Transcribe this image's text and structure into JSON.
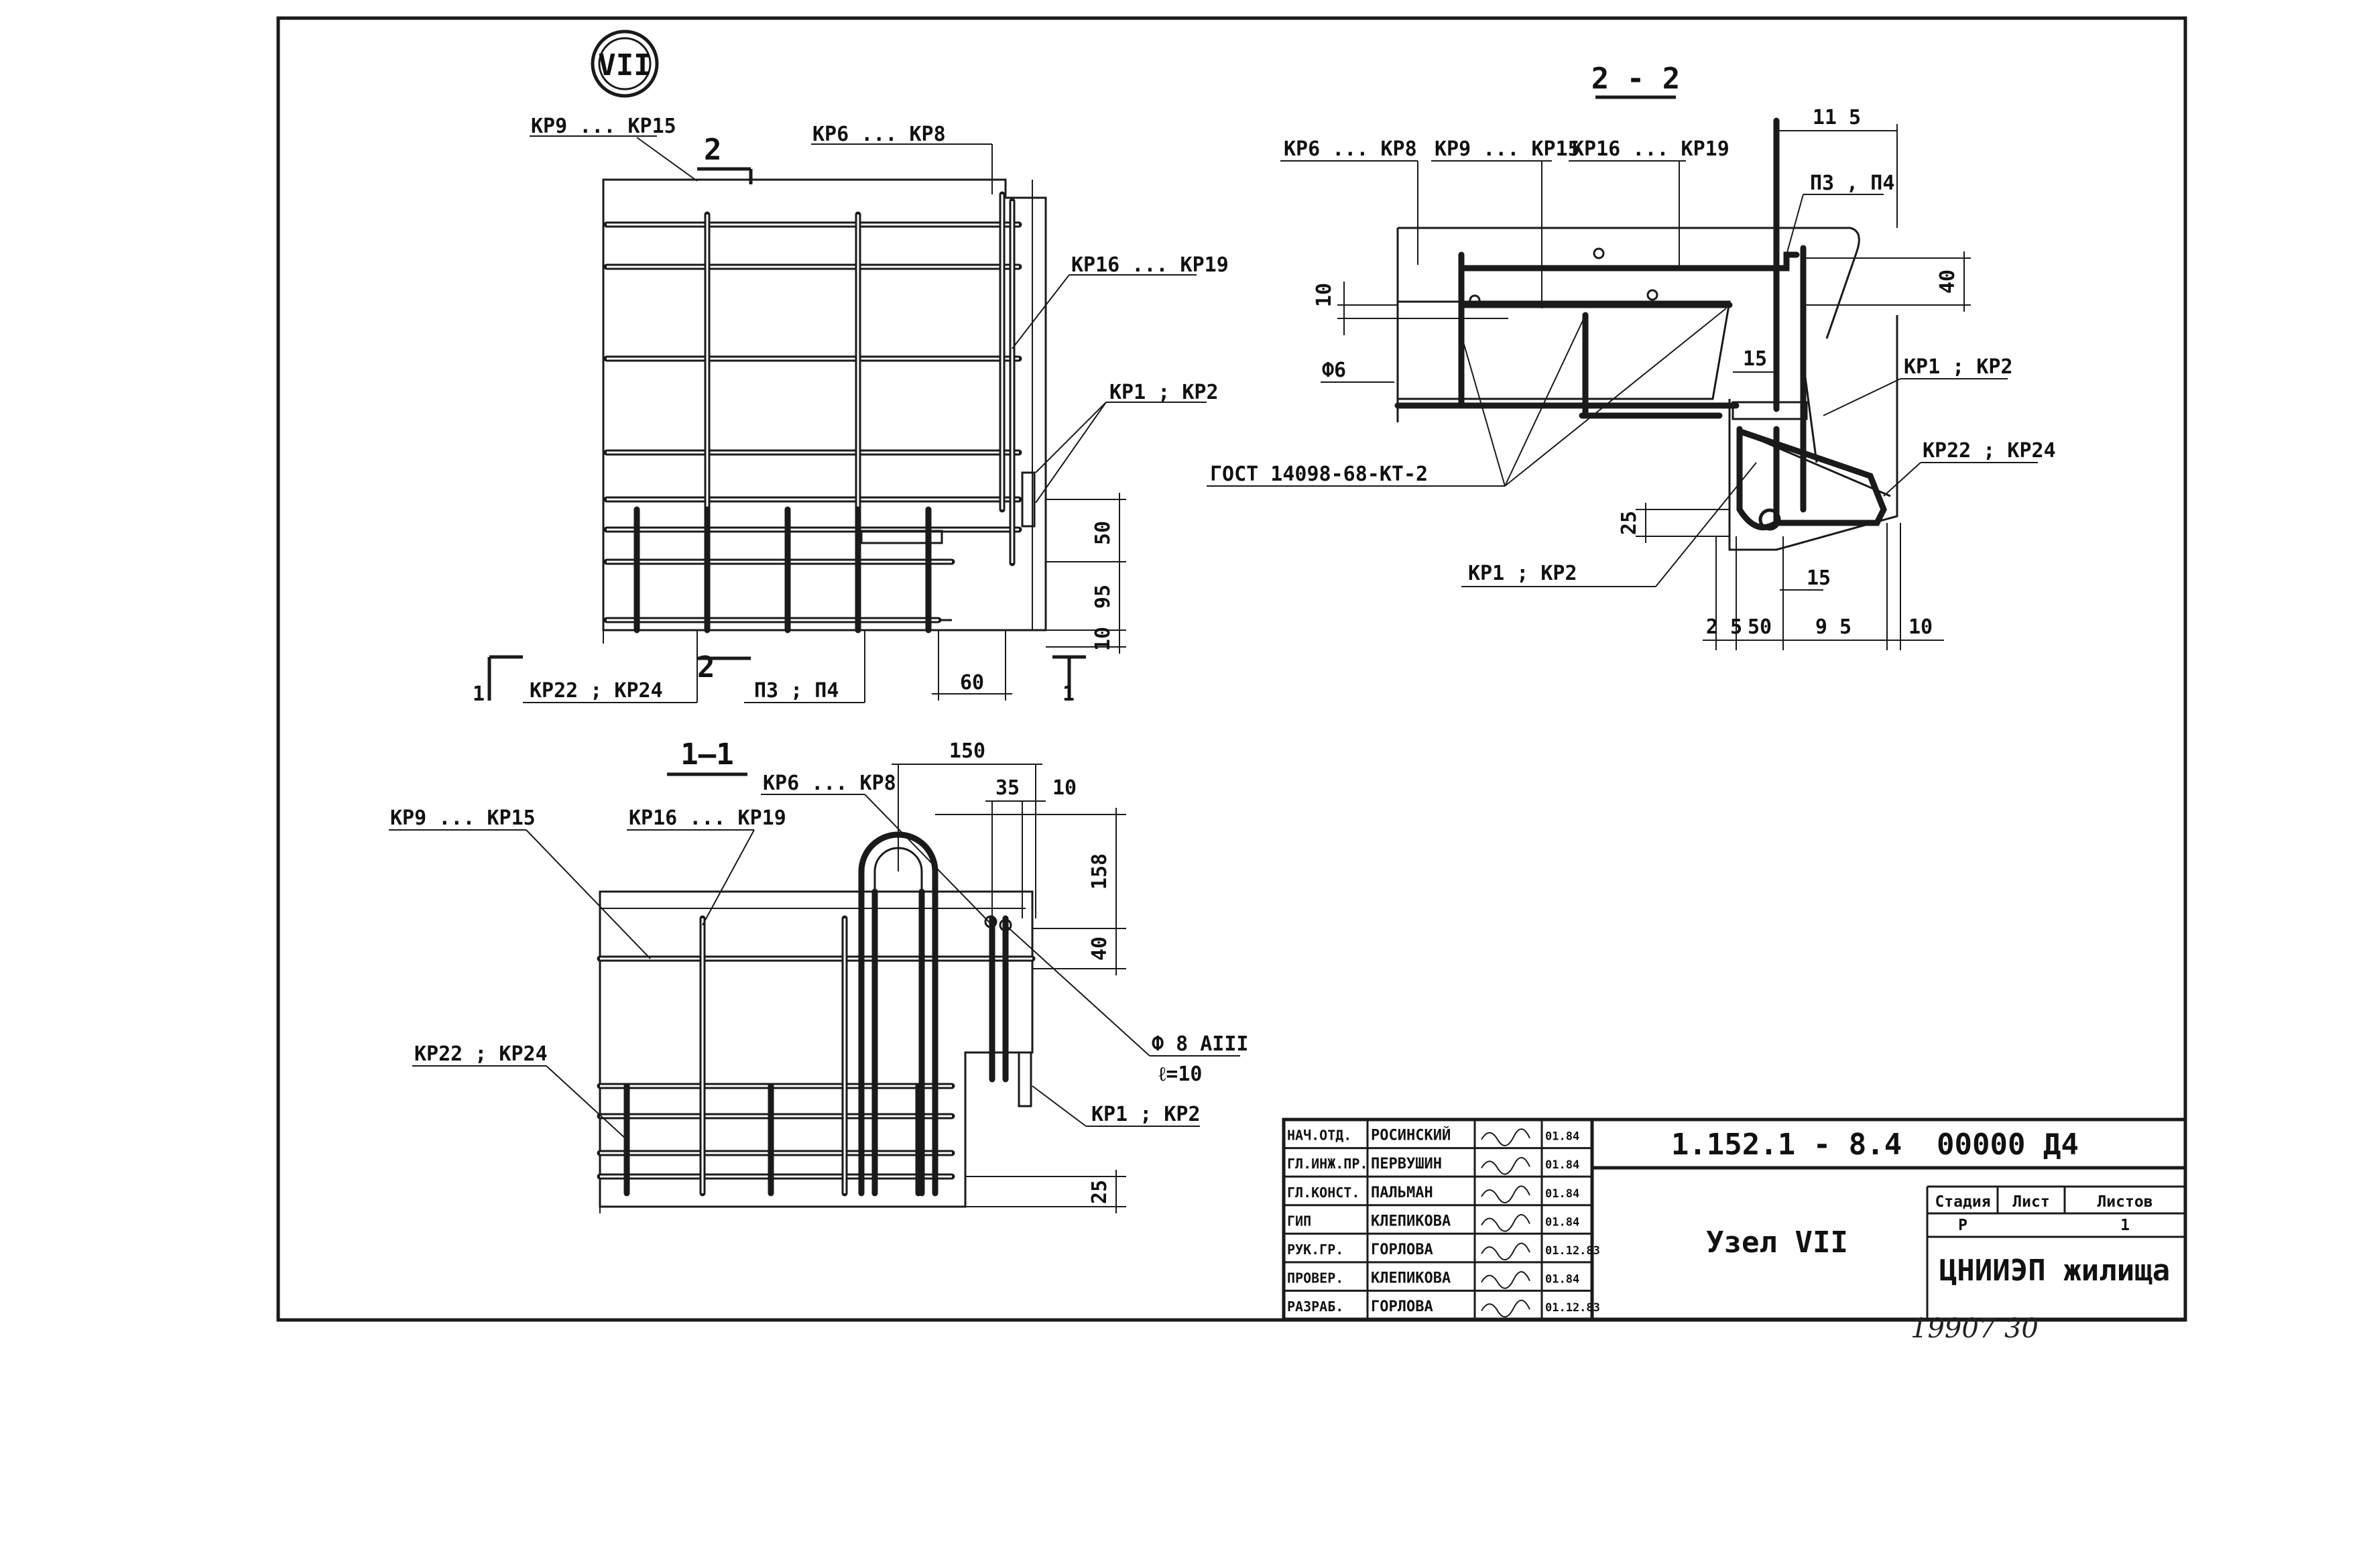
{
  "node_mark": "VII",
  "labels": {
    "kp9_kp15": "КР9 ... КР15",
    "kp6_kp8": "КР6 ... КР8",
    "kp16_kp19": "КР16 ... КР19",
    "kp1_kp2": "КР1 ; КР2",
    "kp22_kp24": "КР22 ; КР24",
    "p3_p4": "П3 ; П4",
    "p3_p4_b": "П3 , П4",
    "phi6": "Ф6",
    "gost": "ГОСТ 14098-68-КТ-2",
    "phi8": "Ф 8 АIII",
    "l10": "ℓ=10"
  },
  "sections": {
    "s11": "1—1",
    "s22": "2 - 2",
    "cut1": "1",
    "cut2": "2"
  },
  "dims": {
    "d50": "50",
    "d95": "95",
    "d10": "10",
    "d60": "60",
    "d150": "150",
    "d35": "35",
    "d158": "158",
    "d40": "40",
    "d25": "25",
    "d115": "11 5",
    "d15": "15",
    "d9_5": "9 5",
    "d2_5": "2 5"
  },
  "title_block": {
    "doc_code": "1.152.1 - 8.4",
    "doc_num": "00000 Д4",
    "title": "Узел VII",
    "stage_h": "Стадия",
    "sheet_h": "Лист",
    "sheets_h": "Листов",
    "stage": "Р",
    "sheets": "1",
    "org": "ЦНИИЭП жилища",
    "rows": [
      {
        "role": "НАЧ.ОТД.",
        "name": "РОСИНСКИЙ",
        "date": "01.84"
      },
      {
        "role": "ГЛ.ИНЖ.ПР.",
        "name": "ПЕРВУШИН",
        "date": "01.84"
      },
      {
        "role": "ГЛ.КОНСТ.",
        "name": "ПАЛЬМАН",
        "date": "01.84"
      },
      {
        "role": "ГИП",
        "name": "КЛЕПИКОВА",
        "date": "01.84"
      },
      {
        "role": "РУК.ГР.",
        "name": "ГОРЛОВА",
        "date": "01.12.83"
      },
      {
        "role": "ПРОВЕР.",
        "name": "КЛЕПИКОВА",
        "date": "01.84"
      },
      {
        "role": "РАЗРАБ.",
        "name": "ГОРЛОВА",
        "date": "01.12.83"
      }
    ]
  },
  "footer_number": "19907  30"
}
